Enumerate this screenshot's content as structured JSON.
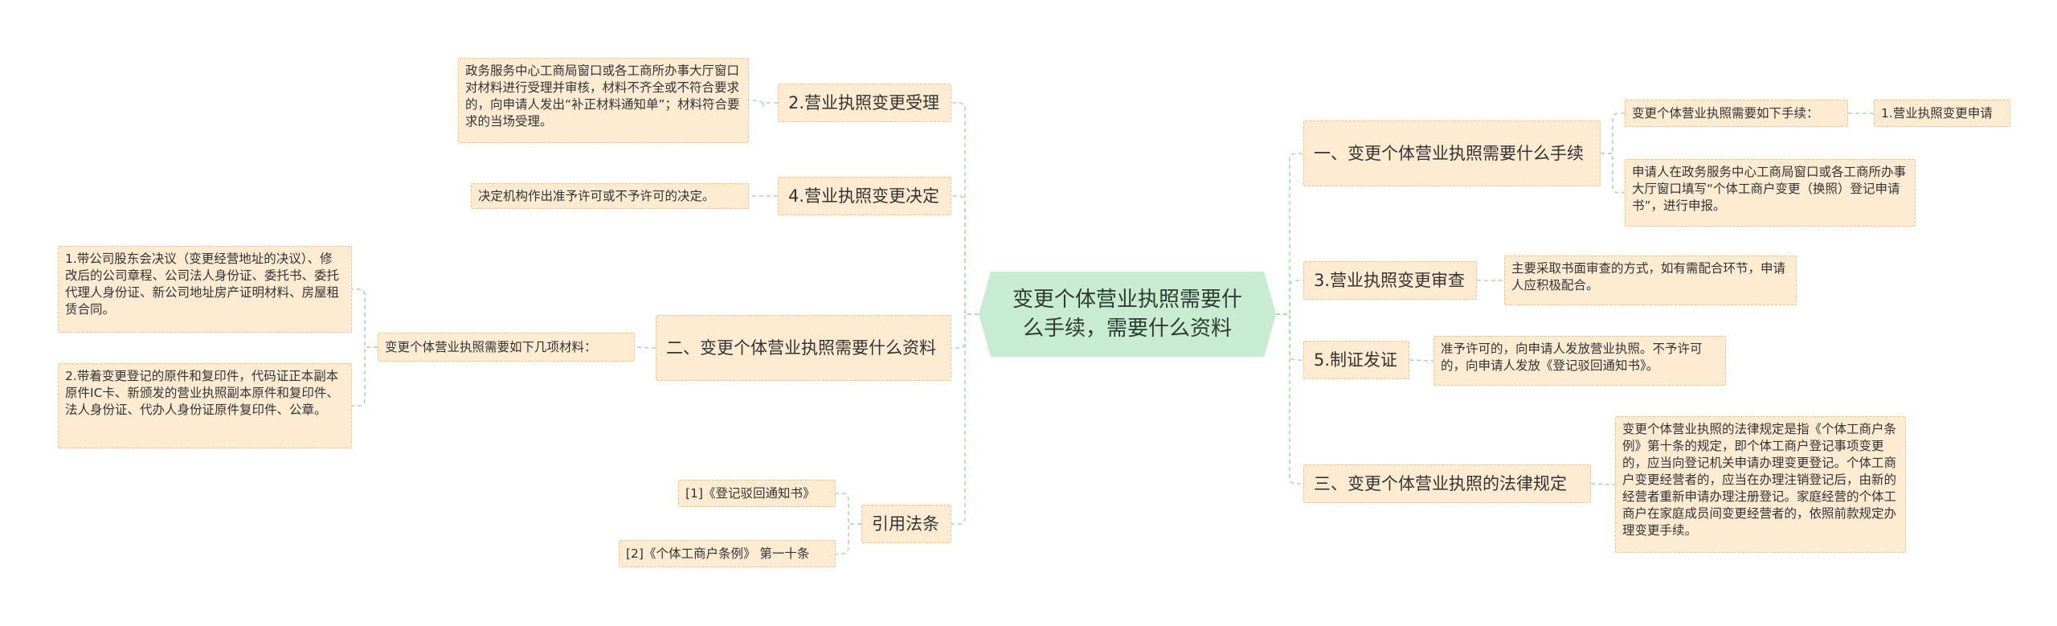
{
  "root": {
    "title": "变更个体营业执照需要什么手续，需要什么资料"
  },
  "left": {
    "accept": {
      "label": "2.营业执照变更受理",
      "detail": "政务服务中心工商局窗口或各工商所办事大厅窗口对材料进行受理并审核，材料不齐全或不符合要求的，向申请人发出“补正材料通知单”；材料符合要求的当场受理。"
    },
    "decide": {
      "label": "4.营业执照变更决定",
      "detail": "决定机构作出准予许可或不予许可的决定。"
    },
    "materials": {
      "label": "二、变更个体营业执照需要什么资料",
      "intro": "变更个体营业执照需要如下几项材料：",
      "item1": "1.带公司股东会决议（变更经营地址的决议）、修改后的公司章程、公司法人身份证、委托书、委托代理人身份证、新公司地址房产证明材料、房屋租赁合同。",
      "item2": "2.带着变更登记的原件和复印件，代码证正本副本原件IC卡、新颁发的营业执照副本原件和复印件、法人身份证、代办人身份证原件复印件、公章。"
    },
    "refs": {
      "label": "引用法条",
      "ref1": "[1]《登记驳回通知书》",
      "ref2": "[2]《个体工商户条例》 第一十条"
    }
  },
  "right": {
    "procedure": {
      "label": "一、变更个体营业执照需要什么手续",
      "intro": "变更个体营业执照需要如下手续：",
      "step1": "1.营业执照变更申请",
      "detail": "申请人在政务服务中心工商局窗口或各工商所办事大厅窗口填写“个体工商户变更（换照）登记申请书”，进行申报。"
    },
    "review": {
      "label": "3.营业执照变更审查",
      "detail": "主要采取书面审查的方式，如有需配合环节，申请人应积极配合。"
    },
    "issue": {
      "label": "5.制证发证",
      "detail": "准予许可的，向申请人发放营业执照。不予许可的，向申请人发放《登记驳回通知书》。"
    },
    "law": {
      "label": "三、变更个体营业执照的法律规定",
      "detail": "变更个体营业执照的法律规定是指《个体工商户条例》第十条的规定，即个体工商户登记事项变更的，应当向登记机关申请办理变更登记。个体工商户变更经营者的，应当在办理注销登记后，由新的经营者重新申请办理注册登记。家庭经营的个体工商户在家庭成员间变更经营者的，依照前款规定办理变更手续。"
    }
  },
  "colors": {
    "node_fill": "#fdebd2",
    "node_border": "#f2c48d",
    "root_fill": "#c8ecd2",
    "link": "#a9d9b8"
  }
}
